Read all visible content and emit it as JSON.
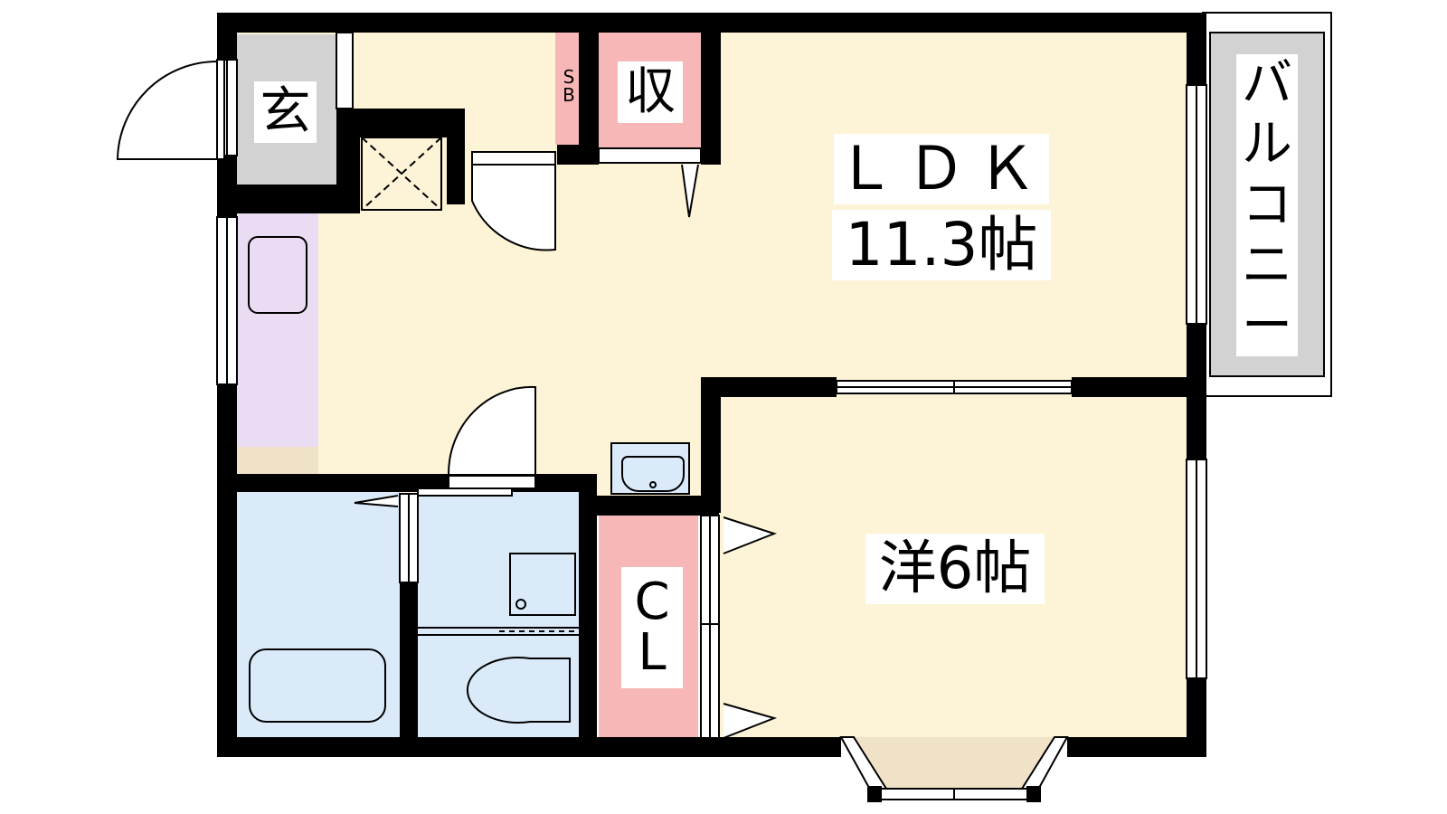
{
  "rooms": {
    "ldk_name": "ＬＤＫ",
    "ldk_size": "11.3帖",
    "western_room": "洋6帖",
    "entrance": "玄",
    "storage": "収",
    "shoe_box": [
      "S",
      "B"
    ],
    "closet": [
      "C",
      "L"
    ],
    "balcony": [
      "バ",
      "ル",
      "コ",
      "ニ",
      "ー"
    ]
  },
  "colors": {
    "floor": "#fdf3d6",
    "entrance": "#d2d2d2",
    "storage": "#f7b7b7",
    "kitchen": "#eadcf2",
    "bath": "#dbeaf9",
    "bay": "#f0e2c6",
    "wall": "#000000"
  }
}
